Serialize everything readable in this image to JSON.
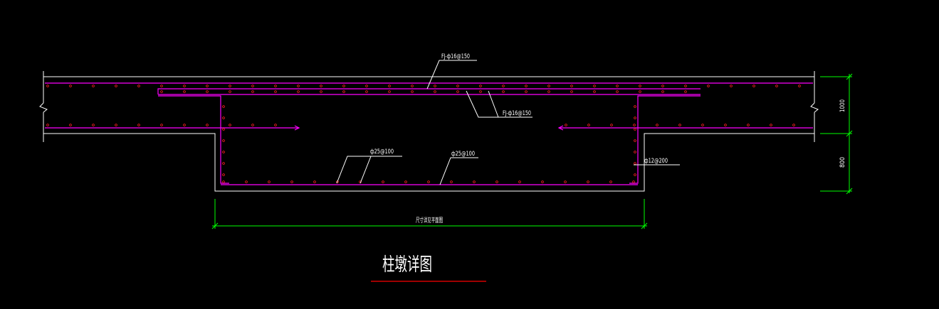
{
  "drawing": {
    "title": "柱墩详图",
    "colors": {
      "background": "#000000",
      "outline": "#ffffff",
      "rebar": "#ff00ff",
      "dimension": "#00ff00",
      "title_underline": "#ff0000",
      "rebar_dot": "#ff2222"
    },
    "annotations": {
      "top_rebar": "FJ-ф16@150",
      "additional_rebar": "FJ-ф16@150",
      "bottom_rebar_a": "ф25@100",
      "bottom_rebar_b": "ф25@100",
      "stirrup": "ф12@200"
    },
    "dimensions": {
      "slab_thickness": "1000",
      "drop_depth": "800",
      "width_note": "尺寸详见平面图"
    }
  }
}
